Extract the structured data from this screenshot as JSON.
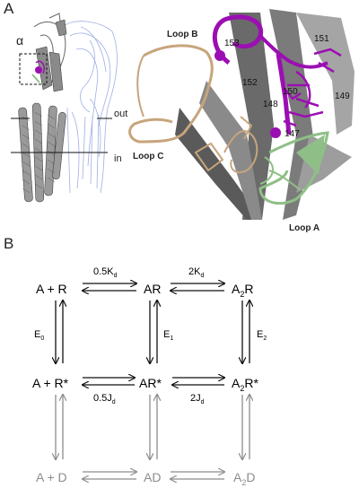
{
  "panels": {
    "a": "A",
    "b": "B"
  },
  "panel_a": {
    "alpha": "α",
    "membrane_out": "out",
    "membrane_in": "in",
    "loop_a": "Loop A",
    "loop_b": "Loop B",
    "loop_c": "Loop C",
    "residues": [
      "153",
      "151",
      "152",
      "150",
      "149",
      "148",
      "147"
    ]
  },
  "panel_b": {
    "nodes": {
      "A_R": "A + R",
      "AR": "AR",
      "A2R_base": "A",
      "A2R_sub": "2",
      "A2R_rest": "R",
      "A_Rstar": "A + R*",
      "ARstar": "AR*",
      "A2Rstar_base": "A",
      "A2Rstar_sub": "2",
      "A2Rstar_rest": "R*",
      "A_D": "A + D",
      "AD": "AD",
      "A2D_base": "A",
      "A2D_sub": "2",
      "A2D_rest": "D"
    },
    "rates": {
      "k1_coef": "0.5K",
      "k1_sub": "d",
      "k2_coef": "2K",
      "k2_sub": "d",
      "j1_coef": "0.5J",
      "j1_sub": "d",
      "j2_coef": "2J",
      "j2_sub": "d",
      "e0": "E",
      "e0_sub": "0",
      "e1": "E",
      "e1_sub": "1",
      "e2": "E",
      "e2_sub": "2"
    },
    "colors": {
      "active": "#111111",
      "desensitized": "#8c8c8c"
    }
  },
  "colors": {
    "loop_b": "#9b0fb2",
    "loop_c": "#c7a57c",
    "loop_a": "#8fbf86",
    "ribbon_dark": "#555555",
    "ribbon_light": "#9a9a9a",
    "receptor_blue": "#8fa0e0"
  }
}
